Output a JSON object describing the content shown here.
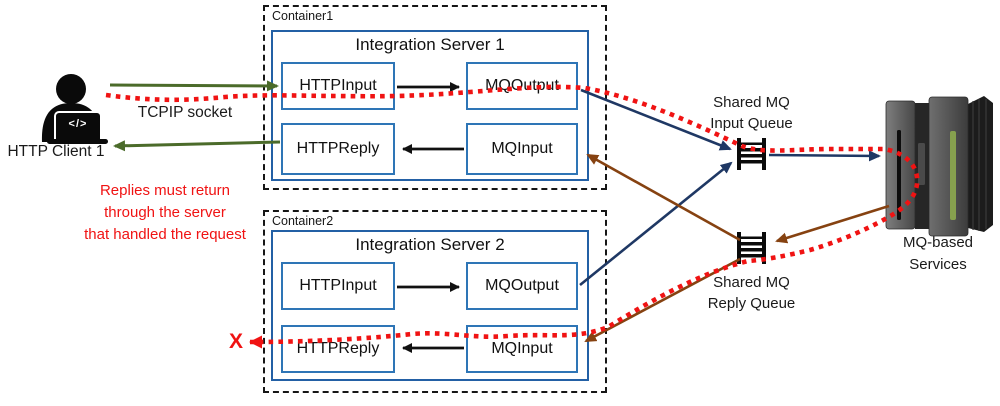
{
  "colors": {
    "red": "#f01313",
    "green": "#4b6b2a",
    "navy": "#1f3864",
    "brown": "#864211",
    "box_blue": "#2e75b6",
    "server_blue": "#2360a5"
  },
  "client": {
    "label": "HTTP Client 1",
    "code": "</>"
  },
  "notes": {
    "tcpip": "TCPIP socket",
    "replies": [
      "Replies must return",
      "through the server",
      "that handled the request"
    ],
    "x_mark": "X"
  },
  "containers": [
    {
      "label": "Container1",
      "server": "Integration Server 1",
      "http_input": "HTTPInput",
      "mq_output": "MQOutput",
      "http_reply": "HTTPReply",
      "mq_input": "MQInput"
    },
    {
      "label": "Container2",
      "server": "Integration Server 2",
      "http_input": "HTTPInput",
      "mq_output": "MQOutput",
      "http_reply": "HTTPReply",
      "mq_input": "MQInput"
    }
  ],
  "queues": {
    "input": {
      "line1": "Shared MQ",
      "line2": "Input Queue"
    },
    "reply": {
      "line1": "Shared MQ",
      "line2": "Reply Queue"
    }
  },
  "services": {
    "line1": "MQ-based",
    "line2": "Services"
  }
}
